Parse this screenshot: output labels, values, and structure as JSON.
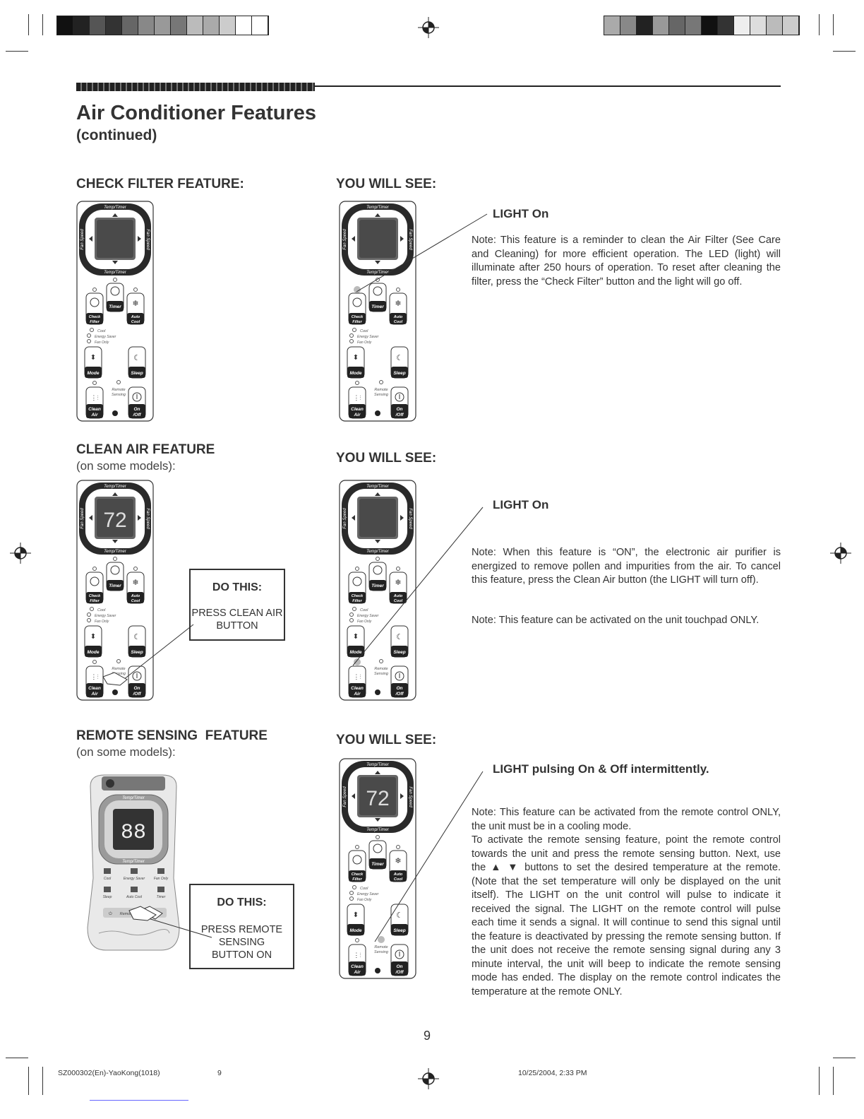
{
  "header": {
    "title": "Air Conditioner Features",
    "subtitle": "(continued)"
  },
  "sections": [
    {
      "heading": "CHECK FILTER FEATURE:",
      "subheading": "",
      "you_will_see": "YOU WILL SEE:",
      "light_label": "LIGHT On",
      "notes": [
        "Note: This feature is a reminder to clean the Air Filter (See Care and Cleaning) for more efficient operation. The LED (light) will illuminate after 250 hours of operation. To reset after cleaning the filter, press the “Check Filter” button and the light will go off."
      ]
    },
    {
      "heading": "CLEAN AIR FEATURE",
      "subheading": "(on some models):",
      "you_will_see": "YOU WILL SEE:",
      "light_label": "LIGHT On",
      "do_this": {
        "heading": "DO THIS:",
        "text": "PRESS CLEAN AIR BUTTON"
      },
      "notes": [
        "Note: When this feature is “ON”, the electronic air purifier is energized to remove pollen and impurities from the air. To cancel this feature, press the Clean Air button (the LIGHT will turn off).",
        "Note: This feature can be activated on the unit touchpad ONLY."
      ]
    },
    {
      "heading": "REMOTE SENSING  FEATURE",
      "subheading": "(on some models):",
      "you_will_see": "YOU WILL SEE:",
      "light_label": "LIGHT pulsing On & Off intermittently.",
      "do_this": {
        "heading": "DO THIS:",
        "text": "PRESS REMOTE SENSING BUTTON ON"
      },
      "notes": [
        "Note: This feature can be activated from the remote control ONLY, the unit must be in a cooling mode.",
        "To activate the remote sensing feature, point the remote control towards the unit and press the remote sensing button. Next, use the ▲ ▼ buttons to set the desired temperature at the remote. (Note that the set temperature will only be displayed on the unit itself). The LIGHT on the unit control will pulse to indicate it received the signal. The LIGHT on the remote control will pulse each time it sends a signal. It will continue to send this signal until the feature is deactivated by pressing the remote sensing button. If the unit does not receive the remote sensing signal during any 3 minute interval, the unit will beep to indicate the remote sensing mode has ended. The display on the remote control indicates the temperature at the remote ONLY."
      ]
    }
  ],
  "control_panel": {
    "ring_top": "Temp/Timer",
    "ring_bottom": "Temp/Timer",
    "ring_left": "Fan Speed",
    "ring_right": "Fan Speed",
    "display_value": "72",
    "check_filter": "Check Filter",
    "timer": "Timer",
    "auto_cool": "Auto Cool",
    "mode_options": [
      "Cool",
      "Energy Saver",
      "Fan Only"
    ],
    "mode": "Mode",
    "sleep": "Sleep",
    "remote_sensing": "Remote Sensing",
    "clean_air": "Clean Air",
    "on_off": "On/Off"
  },
  "remote": {
    "display_value": "88",
    "ring_top": "Temp/Timer",
    "ring_bottom": "Temp/Timer",
    "buttons_row1": [
      "Cool",
      "Energy Saver",
      "Fan Only"
    ],
    "buttons_row2": [
      "Sleep",
      "Auto Cool",
      "Timer"
    ],
    "remote_sensing": "Remote Sensing"
  },
  "page_number": "9",
  "footer": {
    "doc_code": "SZ000302(En)-YaoKong(1018)",
    "page": "9",
    "timestamp": "10/25/2004, 2:33 PM"
  }
}
